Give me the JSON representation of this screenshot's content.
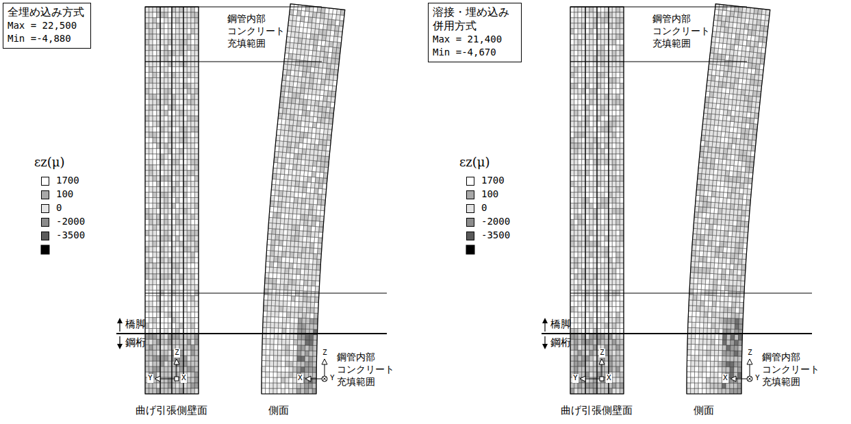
{
  "diagram": {
    "nodes": [
      {
        "text": [
          "全埋め込み方式",
          "Max = 22,500",
          "Min =-4,880"
        ]
      },
      {
        "text": [
          "溶接・埋め込み 併用方式",
          "Max = 21,400",
          "Min =-4,670"
        ]
      }
    ],
    "labels": [
      "εz(μ)",
      "鋼管内部 コンクリート 充填範囲",
      "鋼管内部 コンクリート 充填範囲",
      "橋脚",
      "鋼桁",
      "Z",
      "Y",
      "X",
      "Z",
      "X",
      "Y",
      "曲げ引張側壁面",
      "側面",
      "εz(μ)",
      "鋼管内部 コンクリート 充填範囲",
      "鋼管内部 コンクリート 充填範囲",
      "橋脚",
      "鋼桁",
      "Z",
      "Y",
      "X",
      "Z",
      "X",
      "Y",
      "曲げ引張側壁面",
      "側面"
    ],
    "legend": [
      {
        "text": "1700",
        "color": "#ffffff"
      },
      {
        "text": "100",
        "color": "#a8a8a8"
      },
      {
        "text": "0",
        "color": "#e4e4e4"
      },
      {
        "text": "-2000",
        "color": "#8c8c8c"
      },
      {
        "text": "-3500",
        "color": "#5a5a5a"
      },
      {
        "text": "1700",
        "color": "#ffffff"
      },
      {
        "text": "100",
        "color": "#a8a8a8"
      },
      {
        "text": "0",
        "color": "#e4e4e4"
      },
      {
        "text": "-2000",
        "color": "#8c8c8c"
      },
      {
        "text": "-3500",
        "color": "#5a5a5a"
      }
    ]
  }
}
